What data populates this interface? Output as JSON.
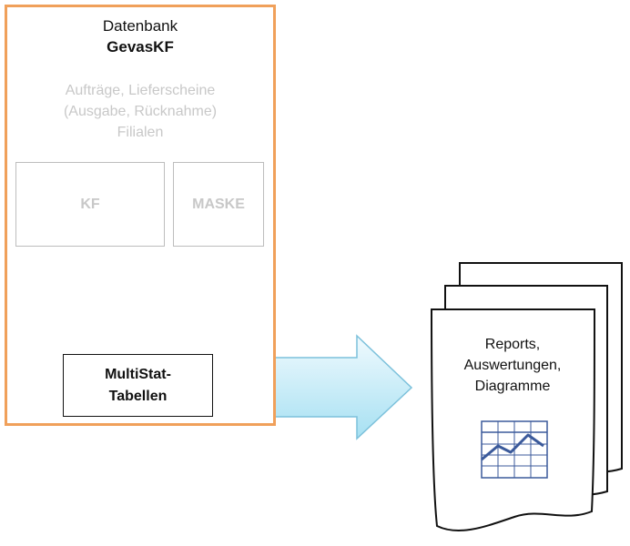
{
  "database": {
    "title": "Datenbank",
    "name": "GevasKF",
    "lines": [
      "Aufträge, Lieferscheine",
      "(Ausgabe, Rücknahme)",
      "Filialen"
    ],
    "boxes": [
      "KF",
      "MASKE"
    ],
    "tables_label": [
      "MultiStat-",
      "Tabellen"
    ]
  },
  "reports": {
    "lines": [
      "Reports,",
      "Auswertungen,",
      "Diagramme"
    ],
    "icon": "line-chart-icon"
  },
  "colors": {
    "database_border": "#f0a05a",
    "arrow_light": "#eef9fd",
    "arrow_dark": "#a9e2f3",
    "arrow_border": "#7cc1db",
    "chart_icon": "#3b5a9b",
    "faded_text": "#c8c8c8"
  }
}
